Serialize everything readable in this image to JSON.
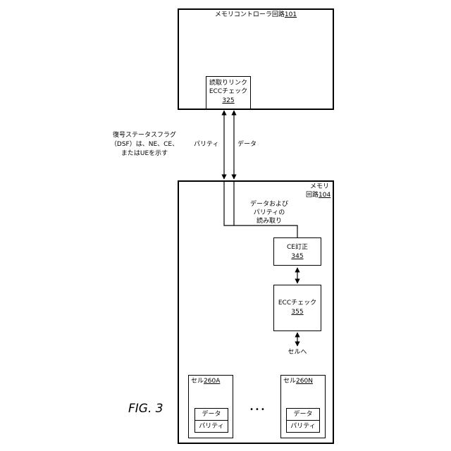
{
  "memory_controller": {
    "title_text": "メモリコントローラ回路",
    "title_num": "101",
    "read_link_ecc": {
      "line1": "読取りリンク",
      "line2": "ECCチェック",
      "num": "325"
    }
  },
  "dsf_note": {
    "line1": "復号ステータスフラグ",
    "line2": "（DSF）は、NE、CE、",
    "line3": "またはUEを示す"
  },
  "link_labels": {
    "parity": "パリティ",
    "data": "データ"
  },
  "memory_circuit": {
    "title_line1": "メモリ",
    "title_line2_text": "回路",
    "title_num": "104",
    "read_note": {
      "line1": "データおよび",
      "line2": "パリティの",
      "line3": "読み取り"
    },
    "ce_correction": {
      "label": "CE訂正",
      "num": "345"
    },
    "ecc_check": {
      "label": "ECCチェック",
      "num": "355"
    },
    "to_cells": "セルへ",
    "cells": [
      {
        "title_text": "セル",
        "title_num": "260A",
        "data": "データ",
        "parity": "パリティ"
      },
      {
        "title_text": "セル",
        "title_num": "260N",
        "data": "データ",
        "parity": "パリティ"
      }
    ],
    "ellipsis": "•••"
  },
  "figure_label": "FIG. 3"
}
